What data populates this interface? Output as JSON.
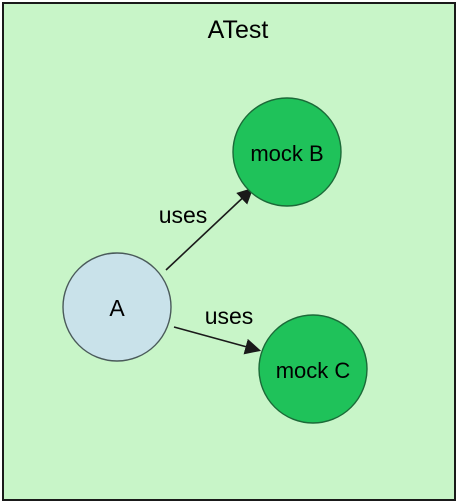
{
  "title": "ATest",
  "colors": {
    "background": "#ffffff",
    "frame_fill": "#c8f5c8",
    "frame_stroke": "#1a1a1a",
    "subject_fill": "#c9e2ea",
    "subject_stroke": "#4a5a5a",
    "mock_fill": "#1fc25a",
    "mock_stroke": "#1b6a38",
    "arrow": "#1a1a1a",
    "text": "#000000"
  },
  "nodes": {
    "a": {
      "label": "A"
    },
    "mock_b": {
      "label": "mock B"
    },
    "mock_c": {
      "label": "mock C"
    }
  },
  "edges": {
    "a_to_b": {
      "label": "uses"
    },
    "a_to_c": {
      "label": "uses"
    }
  }
}
